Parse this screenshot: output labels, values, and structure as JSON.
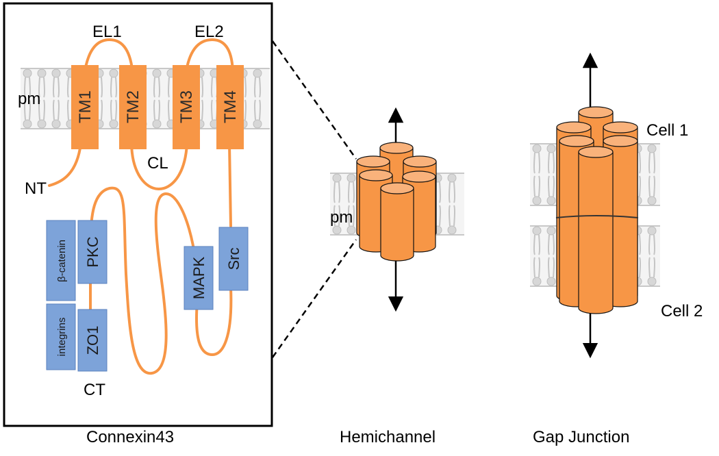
{
  "connexin": {
    "loops": {
      "el1": "EL1",
      "el2": "EL2",
      "cl": "CL"
    },
    "membrane_label": "pm",
    "domains": [
      "TM1",
      "TM2",
      "TM3",
      "TM4"
    ],
    "termini": {
      "nt": "NT",
      "ct": "CT"
    },
    "partners": {
      "beta_catenin": "β-catenin",
      "pkc": "PKC",
      "integrins": "integrins",
      "zo1": "ZO1",
      "mapk": "MAPK",
      "src": "Src"
    }
  },
  "hemichannel": {
    "membrane_label": "pm"
  },
  "gap_junction": {
    "cell1": "Cell 1",
    "cell2": "Cell 2"
  },
  "captions": {
    "connexin": "Connexin43",
    "hemichannel": "Hemichannel",
    "gap_junction": "Gap Junction"
  },
  "colors": {
    "protein": "#F79646",
    "protein_edge": "#E46C0A",
    "partner": "#7DA3D9",
    "membrane": "#d7d7d7"
  }
}
